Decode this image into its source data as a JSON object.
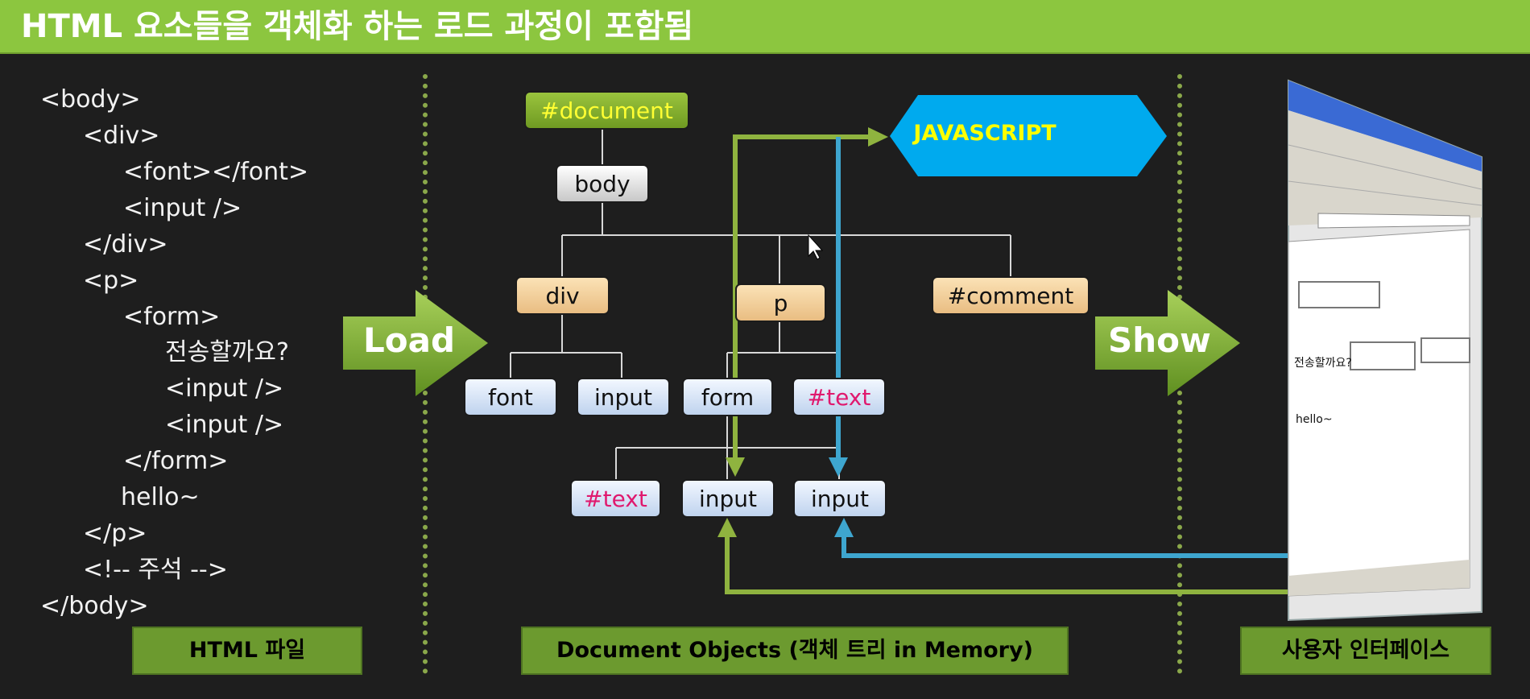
{
  "title": "HTML 요소들을 객체화 하는 로드 과정이 포함됨",
  "code_lines": [
    "<body>",
    "<div>",
    "<font></font>",
    "<input />",
    "</div>",
    "<p>",
    "<form>",
    "전송할까요?",
    "<input />",
    "<input />",
    "</form>",
    "hello~",
    "</p>",
    "<!-- 주석 -->",
    "</body>"
  ],
  "captions": {
    "html_file": "HTML 파일",
    "document_objects": "Document Objects (객체 트리 in Memory)",
    "user_interface": "사용자 인터페이스"
  },
  "arrows": {
    "load": "Load",
    "show": "Show"
  },
  "tree": {
    "document": "#document",
    "body": "body",
    "div": "div",
    "p": "p",
    "comment": "#comment",
    "font": "font",
    "input1": "input",
    "form": "form",
    "text_p": "#text",
    "text_form": "#text",
    "input2": "input",
    "input3": "input"
  },
  "javascript": "JAVASCRIPT",
  "browser": {
    "form_label": "전송할까요?",
    "hello": "hello~"
  },
  "colors": {
    "green_arrow": "#8fb33f",
    "blue_arrow": "#3ea6cf",
    "js_box": "#00aaee",
    "title_bar": "#8cc63f"
  }
}
